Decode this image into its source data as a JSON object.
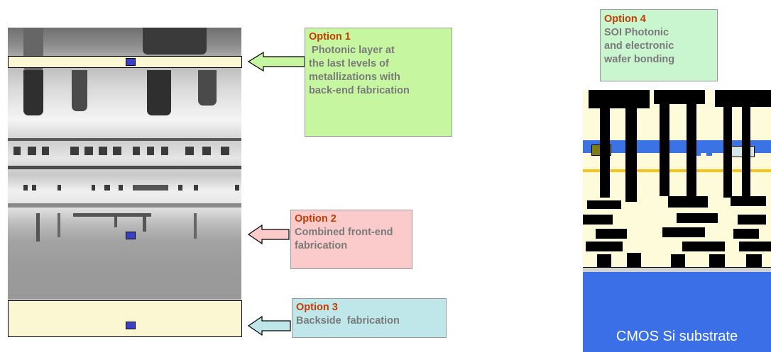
{
  "options": [
    {
      "title": "Option 1",
      "desc_lines": [
        " Photonic layer at",
        "the last levels of",
        "metallizations with",
        "back-end fabrication"
      ],
      "color": "#c6f7a0"
    },
    {
      "title": "Option 2",
      "desc_lines": [
        "Combined front-end",
        "fabrication"
      ],
      "color": "#fbcbcb"
    },
    {
      "title": "Option 3",
      "desc_lines": [
        "Backside  fabrication"
      ],
      "color": "#bfe6e8"
    },
    {
      "title": "Option 4",
      "desc_lines": [
        "SOI Photonic",
        "and electronic",
        "wafer bonding"
      ],
      "color": "#c9f5cf"
    }
  ],
  "colors": {
    "title_text": "#c43c00",
    "desc_text": "#7a7a7a",
    "photonic_layer": "#fbf7d3",
    "chip": "#3b3fc6",
    "substrate": "#3a6fe8",
    "oxide": "#fdfbd9"
  },
  "substrate_label": "CMOS Si substrate"
}
